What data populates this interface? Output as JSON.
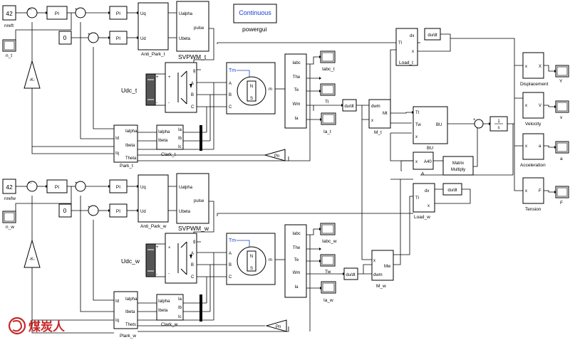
{
  "blocks": {
    "const_t": "42",
    "const_w": "42",
    "zero_t": "0",
    "zero_w": "0",
    "pi": "PI",
    "uq": "Uq",
    "ud": "Ud",
    "ualpha": "Ualpha",
    "ubeta": "Ubeta",
    "pulse": "pulse",
    "anti_park_t": "Anti_Park_t",
    "anti_park_w": "Anti_Park_w",
    "svpwm_t": "SVPWM_t",
    "svpwm_w": "SVPWM_w",
    "continuous": "Continuous",
    "powergui": "powergui",
    "gain": "-K-",
    "udc_t": "Udc_t",
    "udc_w": "Udc_w",
    "port_g": "g",
    "port_a": "A",
    "port_b": "B",
    "port_c": "C",
    "tm": "Tm",
    "m": "m",
    "n_letter": "N",
    "s_letter": "S",
    "iabc": "Iabc",
    "the": "The",
    "te": "Te",
    "wm": "Wm",
    "ia": "Ia",
    "ialpha": "Ialpha",
    "ibeta": "Ibeta",
    "ia_in": "Ia",
    "ib_in": "Ib",
    "ic_in": "Ic",
    "id": "Id",
    "iq": "Iq",
    "theta": "Theta",
    "thets": "Thets",
    "clark_t": "Clark_t",
    "clark_w": "Clark_w",
    "park_t": "Park_t",
    "plark_w": "Plark_w",
    "pn": "Pn",
    "dudt": "du/dt",
    "dx": "dx",
    "x": "x",
    "tl": "Tl",
    "load_t": "Load_t",
    "load_w": "Load_w",
    "dwm": "dwm",
    "mt": "Mt",
    "mw": "Mw",
    "m_t": "M_t",
    "m_w": "M_w",
    "tt": "Tt",
    "tw": "Tw",
    "bu": "BU",
    "bu_caption": "BU",
    "a40": "A40",
    "a_caption": "A",
    "matrix": "Matrix",
    "multiply": "Multiply",
    "integ_num": "1",
    "integ_den": "s",
    "out_x": "X",
    "out_v": "V",
    "out_a": "a",
    "out_f": "F",
    "displacement": "Displacement",
    "velocity": "Velocity",
    "acceleration": "Acceleration",
    "tension": "Tension",
    "plus": "+",
    "minus": "-",
    "pm": "+-"
  },
  "scopes": {
    "n_t": "n_t",
    "nreft": "nreft",
    "n_w": "n_w",
    "nrefw": "nrefw",
    "iabc_t": "Iabc_t",
    "iabc_w": "Iabc_w",
    "tl_scope": "Tl",
    "tw_scope": "Tw",
    "ia_t": "Ia_t",
    "ia_w": "Ia_w",
    "y": "Y",
    "v": "v",
    "a": "a",
    "f": "F"
  },
  "watermark": {
    "text": "煤炭人"
  },
  "colors": {
    "line": "#000000",
    "blue": "#1a3ecf",
    "battery": "#555555",
    "watermark": "#c62828"
  }
}
